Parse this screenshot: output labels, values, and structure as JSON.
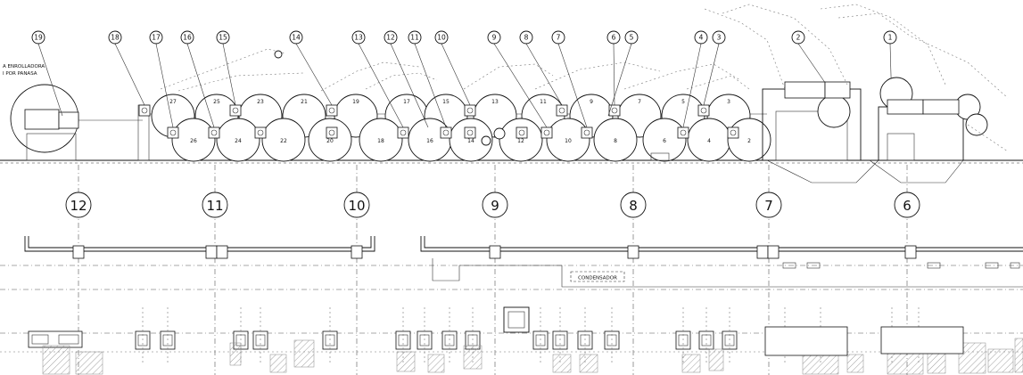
{
  "drawing": {
    "side_note_lines": [
      "A ENROLLADORA",
      "I POR PANASA"
    ],
    "plan_note": "CONDENSADOR"
  },
  "callouts": [
    "19",
    "18",
    "17",
    "16",
    "15",
    "14",
    "13",
    "12",
    "11",
    "10",
    "9",
    "8",
    "7",
    "6",
    "5",
    "4",
    "3",
    "2",
    "1"
  ],
  "cylinders_top": [
    "27",
    "25",
    "23",
    "21",
    "19",
    "17",
    "15",
    "13",
    "11",
    "9",
    "7",
    "5",
    "3"
  ],
  "cylinders_bottom": [
    "26",
    "24",
    "22",
    "20",
    "18",
    "16",
    "14",
    "12",
    "10",
    "8",
    "6",
    "4",
    "2"
  ],
  "bays": [
    "12",
    "11",
    "10",
    "9",
    "8",
    "7",
    "6"
  ]
}
